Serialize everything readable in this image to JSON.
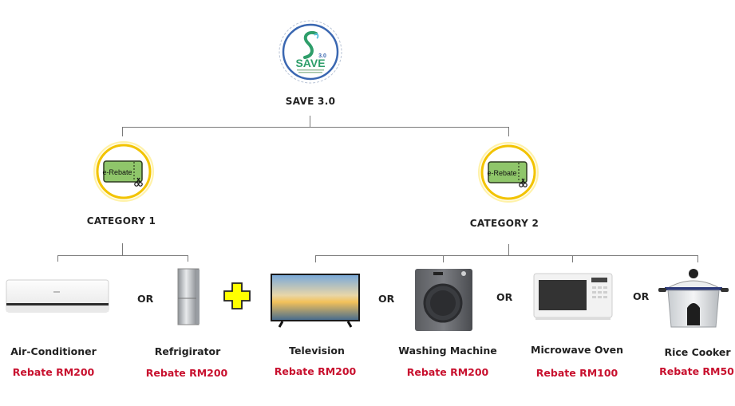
{
  "root": {
    "logo_text": "SAVE",
    "logo_version": "3.0",
    "label": "SAVE 3.0"
  },
  "categories": [
    {
      "label": "CATEGORY 1",
      "icon_text": "e-Rebate"
    },
    {
      "label": "CATEGORY 2",
      "icon_text": "e-Rebate"
    }
  ],
  "connector_or": "OR",
  "plus_icon": "plus-icon",
  "products": [
    {
      "name": "Air-Conditioner",
      "rebate": "Rebate RM200",
      "icon": "air-conditioner-icon",
      "category": 1
    },
    {
      "name": "Refrigirator",
      "rebate": "Rebate RM200",
      "icon": "refrigerator-icon",
      "category": 1
    },
    {
      "name": "Television",
      "rebate": "Rebate RM200",
      "icon": "television-icon",
      "category": 2
    },
    {
      "name": "Washing Machine",
      "rebate": "Rebate RM200",
      "icon": "washing-machine-icon",
      "category": 2
    },
    {
      "name": "Microwave Oven",
      "rebate": "Rebate RM100",
      "icon": "microwave-icon",
      "category": 2
    },
    {
      "name": "Rice Cooker",
      "rebate": "Rebate RM50",
      "icon": "rice-cooker-icon",
      "category": 2
    }
  ],
  "colors": {
    "rebate_text": "#c8102e",
    "category_ring": "#f2c300",
    "plus_fill": "#ffff00",
    "logo_ring": "#3a67b1",
    "logo_green": "#2e9e6a"
  }
}
